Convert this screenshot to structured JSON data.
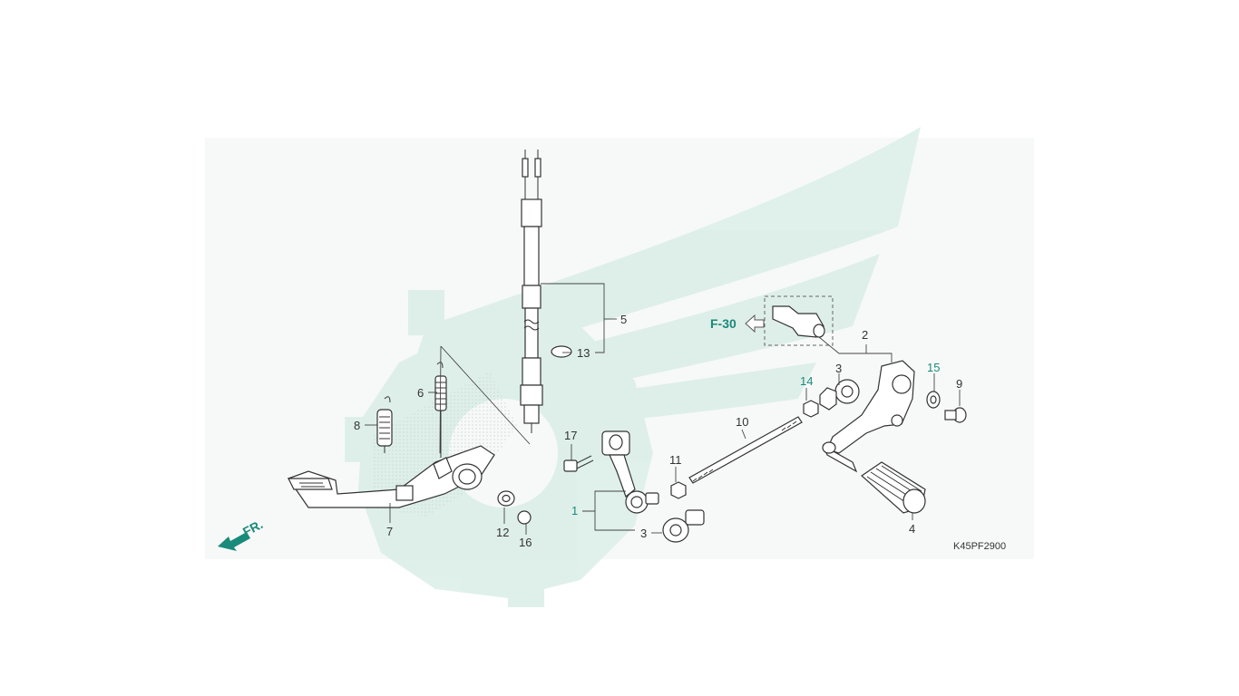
{
  "diagram_code": "K45PF2900",
  "front_marker": "FR.",
  "ref_page": "F-30",
  "callouts": {
    "p1": "1",
    "p2": "2",
    "p3a": "3",
    "p3b": "3",
    "p4": "4",
    "p5": "5",
    "p6": "6",
    "p7": "7",
    "p8": "8",
    "p9": "9",
    "p10": "10",
    "p11": "11",
    "p12": "12",
    "p13": "13",
    "p14": "14",
    "p15": "15",
    "p16": "16",
    "p17": "17"
  },
  "colors": {
    "watermark": "#dcefe8",
    "accent": "#1a8a7a",
    "line": "#333333",
    "panel": "#f7f9f8"
  }
}
